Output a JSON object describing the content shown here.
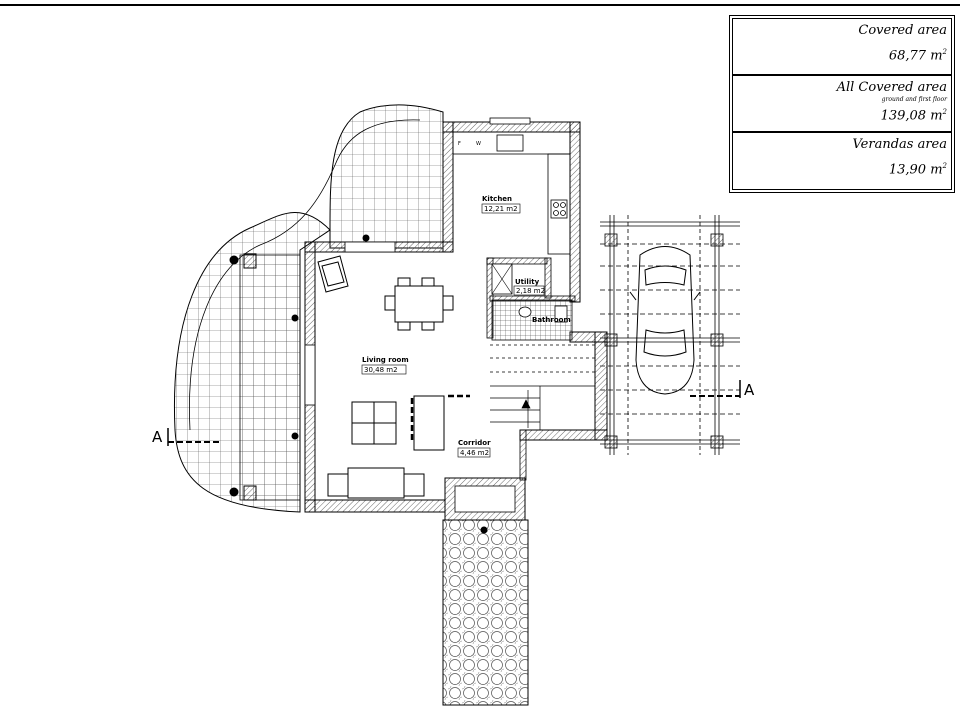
{
  "info_box": {
    "covered_label": "Covered area",
    "covered_value": "68,77 m",
    "all_covered_label": "All Covered area",
    "all_covered_sub": "ground and first floor",
    "all_covered_value": "139,08 m",
    "verandas_label": "Verandas area",
    "verandas_value": "13,90 m",
    "unit_sup": "2"
  },
  "rooms": {
    "kitchen": {
      "name": "Kitchen",
      "area": "12,21 m2"
    },
    "utility": {
      "name": "Utility",
      "area": "2,18 m2"
    },
    "bathroom": {
      "name": "Bathroom"
    },
    "living": {
      "name": "Living room",
      "area": "30,48 m2"
    },
    "corridor": {
      "name": "Corridor",
      "area": "4,46 m2"
    }
  },
  "section_marks": {
    "left": "A",
    "right": "A"
  },
  "appliances": {
    "fridge": "F",
    "washer": "W"
  }
}
